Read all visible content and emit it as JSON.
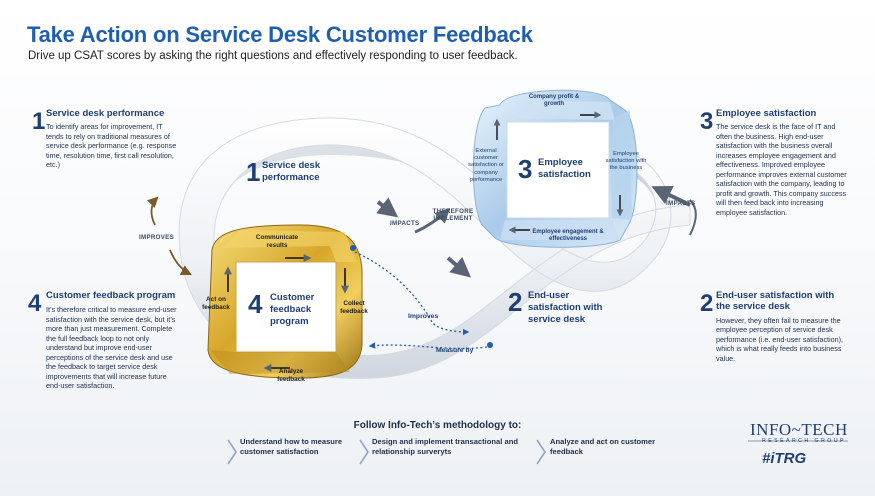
{
  "header": {
    "title": "Take Action on Service Desk Customer Feedback",
    "subtitle": "Drive up CSAT scores by asking the right questions and effectively responding to user feedback."
  },
  "left_top": {
    "number": "1",
    "heading": "Service desk performance",
    "body": "To identify areas for improvement, IT tends to rely on traditional measures of service desk performance (e.g. response time, resolution time, first call resolution, etc.)"
  },
  "left_bottom": {
    "number": "4",
    "heading": "Customer feedback program",
    "body": "It’s therefore critical to measure end-user satisfaction with the service desk, but it’s more than just measurement. Complete the full feedback loop to not only understand but improve end-user perceptions of the service desk and use the feedback to target service desk improvements that will increase future end-user satisfaction."
  },
  "right_top": {
    "number": "3",
    "heading": "Employee satisfaction",
    "body": "The service desk is the face of IT and often the business. High end-user satisfaction with the business overall increases employee engagement and effectiveness. Improved employee performance improves external customer satisfaction with the company, leading to profit and growth. This company success will then feed back into increasing employee satisfaction."
  },
  "right_bottom": {
    "number": "2",
    "heading": "End-user satisfaction with the service desk",
    "body": "However, they often fail to measure the employee perception of service desk performance (i.e. end-user satisfaction), which is what really feeds into business value."
  },
  "diagram": {
    "perf": {
      "number": "1",
      "label": "Service desk performance"
    },
    "enduser": {
      "number": "2",
      "label": "End-user satisfaction with service desk"
    },
    "employee": {
      "number": "3",
      "label": "Employee satisfaction"
    },
    "program": {
      "number": "4",
      "label": "Customer feedback program"
    },
    "blue_loop": {
      "top": "Company profit & growth",
      "right": "Employee satisfaction with the business",
      "bottom": "Employee engagement & effectiveness",
      "left": "External customer satisfaction or company performance"
    },
    "gold_loop": {
      "top": "Communicate results",
      "right": "Collect feedback",
      "bottom": "Analyze feedback",
      "left": "Act on feedback"
    },
    "flows": {
      "improves": "IMPROVES",
      "impacts_left": "IMPACTS",
      "therefore_implement": "THEREFORE IMPLEMENT",
      "impacts_right": "IMPACTS"
    },
    "dotted": {
      "improves": "Improves",
      "measure_by": "Measure by"
    }
  },
  "footer": {
    "lead": "Follow Info-Tech’s methodology to:",
    "steps": [
      "Understand how to measure customer satisfaction",
      "Design and implement transactional and relationship surveryts",
      "Analyze and act on customer feedback"
    ]
  },
  "logo": {
    "name": "INFO~TECH",
    "tagline": "RESEARCH GROUP",
    "hashtag": "#iTRG"
  },
  "colors": {
    "title_blue": "#1f5fae",
    "navy": "#1f3f73",
    "gold": "#d6a629",
    "ice_blue": "#b9d6ef"
  }
}
